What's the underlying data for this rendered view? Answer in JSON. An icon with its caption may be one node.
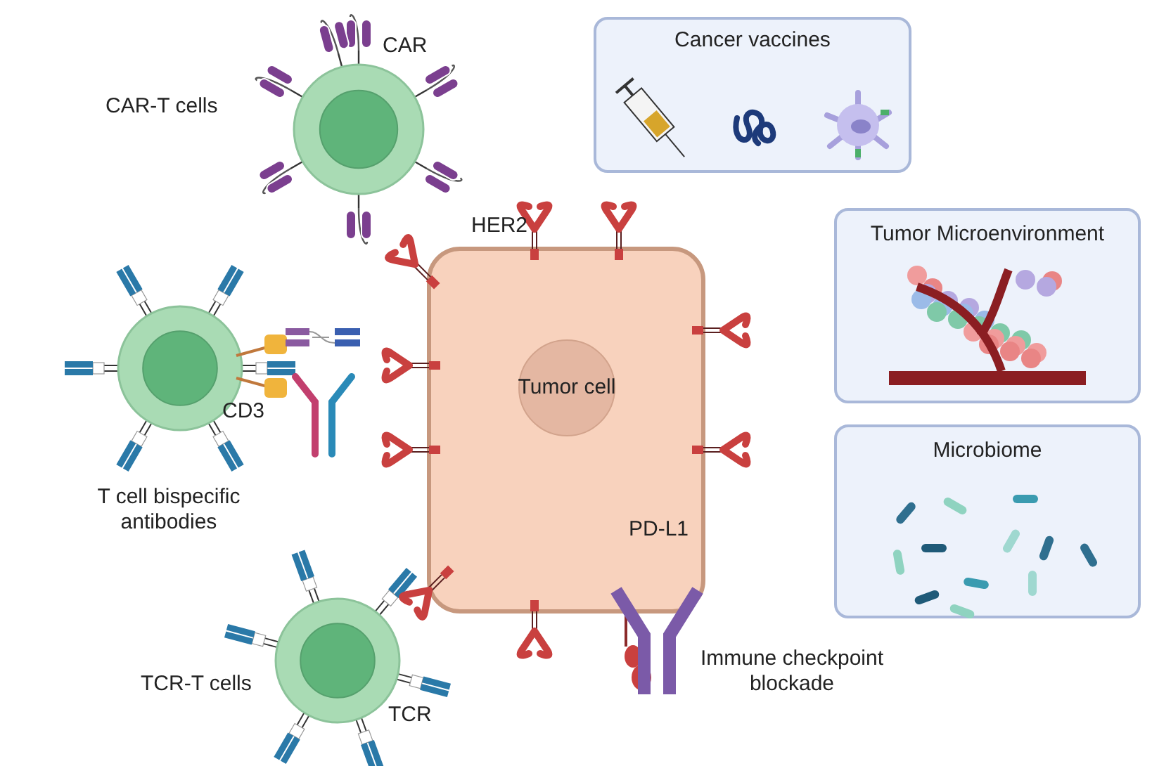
{
  "diagram": {
    "nodes": [
      {
        "text": [
          "CAR-T cells"
        ]
      },
      {
        "text": [
          "T cell bispecific antibodies"
        ]
      },
      {
        "text": [
          "TCR-T cells"
        ]
      },
      {
        "text": [
          "Tumor cell"
        ]
      },
      {
        "text": [
          "Cancer vaccines"
        ]
      },
      {
        "text": [
          "Tumor Microenvironment"
        ]
      },
      {
        "text": [
          "Microbiome"
        ]
      }
    ],
    "labels": [
      "CAR",
      "HER2",
      "CD3",
      "PD-L1",
      "TCR",
      "Immune checkpoint blockade"
    ]
  }
}
